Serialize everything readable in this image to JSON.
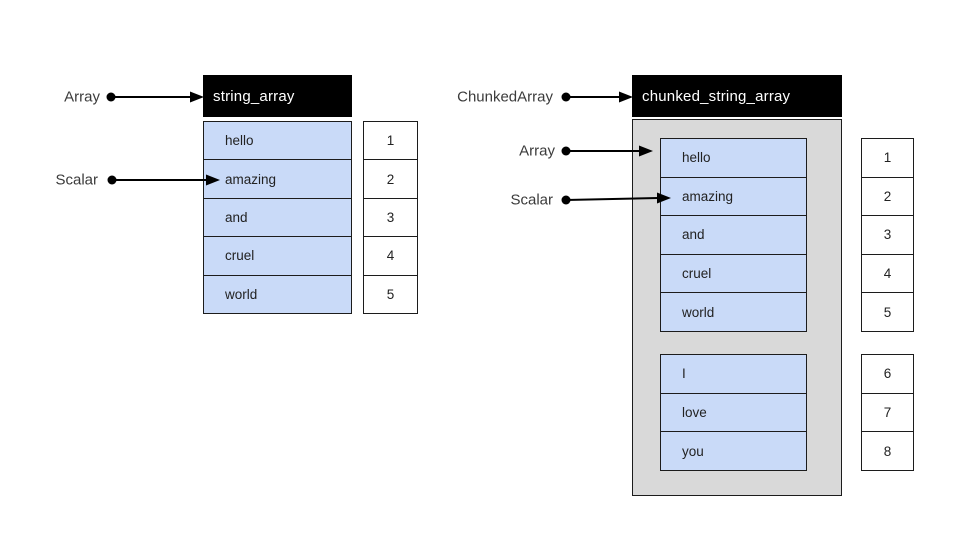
{
  "left": {
    "header": "string_array",
    "labels": {
      "array": "Array",
      "scalar": "Scalar"
    },
    "cells": [
      "hello",
      "amazing",
      "and",
      "cruel",
      "world"
    ],
    "indexes": [
      "1",
      "2",
      "3",
      "4",
      "5"
    ]
  },
  "right": {
    "header": "chunked_string_array",
    "labels": {
      "chunked_array": "ChunkedArray",
      "array": "Array",
      "scalar": "Scalar"
    },
    "chunk1": {
      "cells": [
        "hello",
        "amazing",
        "and",
        "cruel",
        "world"
      ],
      "indexes": [
        "1",
        "2",
        "3",
        "4",
        "5"
      ]
    },
    "chunk2": {
      "cells": [
        "I",
        "love",
        "you"
      ],
      "indexes": [
        "6",
        "7",
        "8"
      ]
    }
  },
  "colors": {
    "cell_fill": "#c9daf8",
    "chunk_container_fill": "#d9d9d9",
    "header_fill": "#000000",
    "header_text": "#ffffff",
    "border": "#1c1c1c",
    "label_text": "#3b3b3b",
    "arrow": "#000000",
    "background": "#ffffff"
  }
}
